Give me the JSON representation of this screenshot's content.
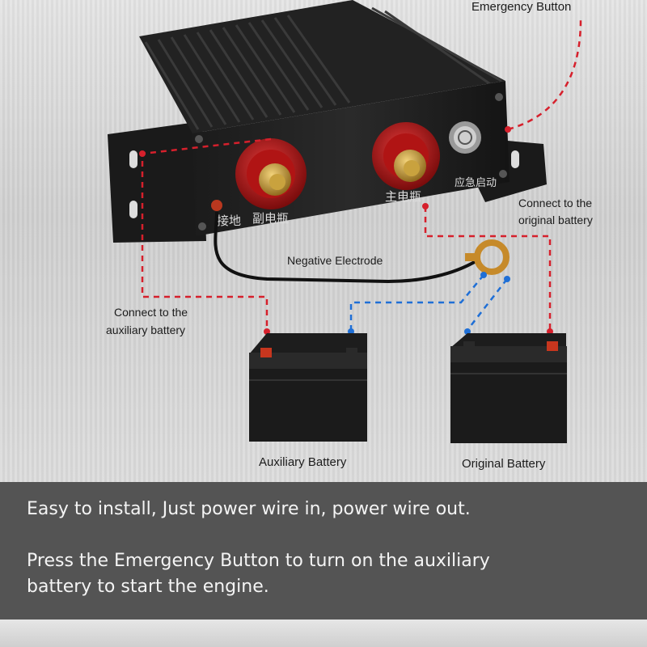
{
  "labels": {
    "emergency_button": "Emergency Button",
    "connect_original_line1": "Connect to the",
    "connect_original_line2": "original battery",
    "negative_electrode": "Negative Electrode",
    "connect_auxiliary_line1": "Connect to the",
    "connect_auxiliary_line2": "auxiliary battery",
    "auxiliary_battery": "Auxiliary Battery",
    "original_battery": "Original Battery"
  },
  "device_text": {
    "aux_terminal": "副电瓶",
    "ground": "接地",
    "main_terminal": "主电瓶",
    "emergency_start": "应急启动"
  },
  "panel": {
    "line1": "Easy to install, Just power wire in, power wire out.",
    "line2": "Press the Emergency Button to turn on the auxiliary",
    "line3": "battery to start the engine."
  },
  "colors": {
    "positive_wire": "#d6202c",
    "negative_wire": "#1f6fd6",
    "panel_bg": "#545454"
  }
}
